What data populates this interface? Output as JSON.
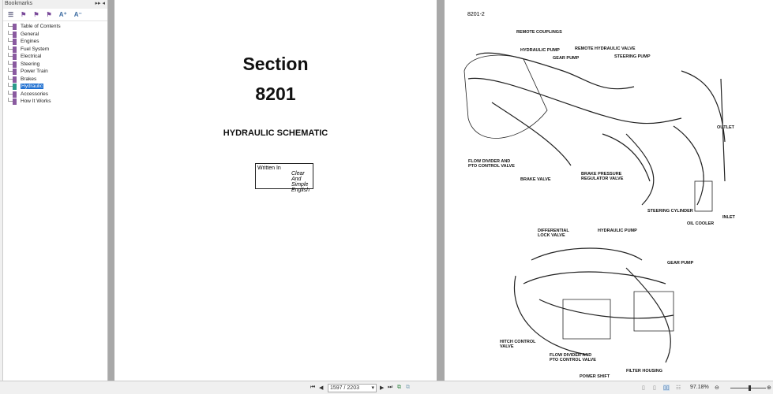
{
  "bookmarks": {
    "title": "Bookmarks",
    "items": [
      "Table of Contents",
      "General",
      "Engines",
      "Fuel System",
      "Electrical",
      "Steering",
      "Power Train",
      "Brakes",
      "Hydraulic",
      "Accessories",
      "How It Works"
    ],
    "selected": "Hydraulic"
  },
  "page1": {
    "section": "Section",
    "number": "8201",
    "heading": "HYDRAULIC SCHEMATIC",
    "stamp": {
      "prefix": "Written In",
      "words": [
        "Clear",
        "And",
        "Simple",
        "English"
      ]
    }
  },
  "page2": {
    "page_label": "8201-2",
    "labels": [
      "REMOTE COUPLINGS",
      "HYDRAULIC PUMP",
      "GEAR PUMP",
      "REMOTE HYDRAULIC VALVE",
      "STEERING PUMP",
      "OUTLET",
      "FLOW DIVIDER AND",
      "PTO CONTROL VALVE",
      "BRAKE VALVE",
      "BRAKE PRESSURE",
      "REGULATOR VALVE",
      "STEERING CYLINDER",
      "INLET",
      "OIL COOLER",
      "DIFFERENTIAL",
      "LOCK VALVE",
      "HYDRAULIC PUMP",
      "GEAR PUMP",
      "HITCH CONTROL",
      "VALVE",
      "FLOW DIVIDER AND",
      "PTO CONTROL VALVE",
      "FILTER HOUSING",
      "POWER SHIFT"
    ]
  },
  "toolbar": {
    "page_value": "1597 / 2203",
    "zoom": "97.18%"
  }
}
